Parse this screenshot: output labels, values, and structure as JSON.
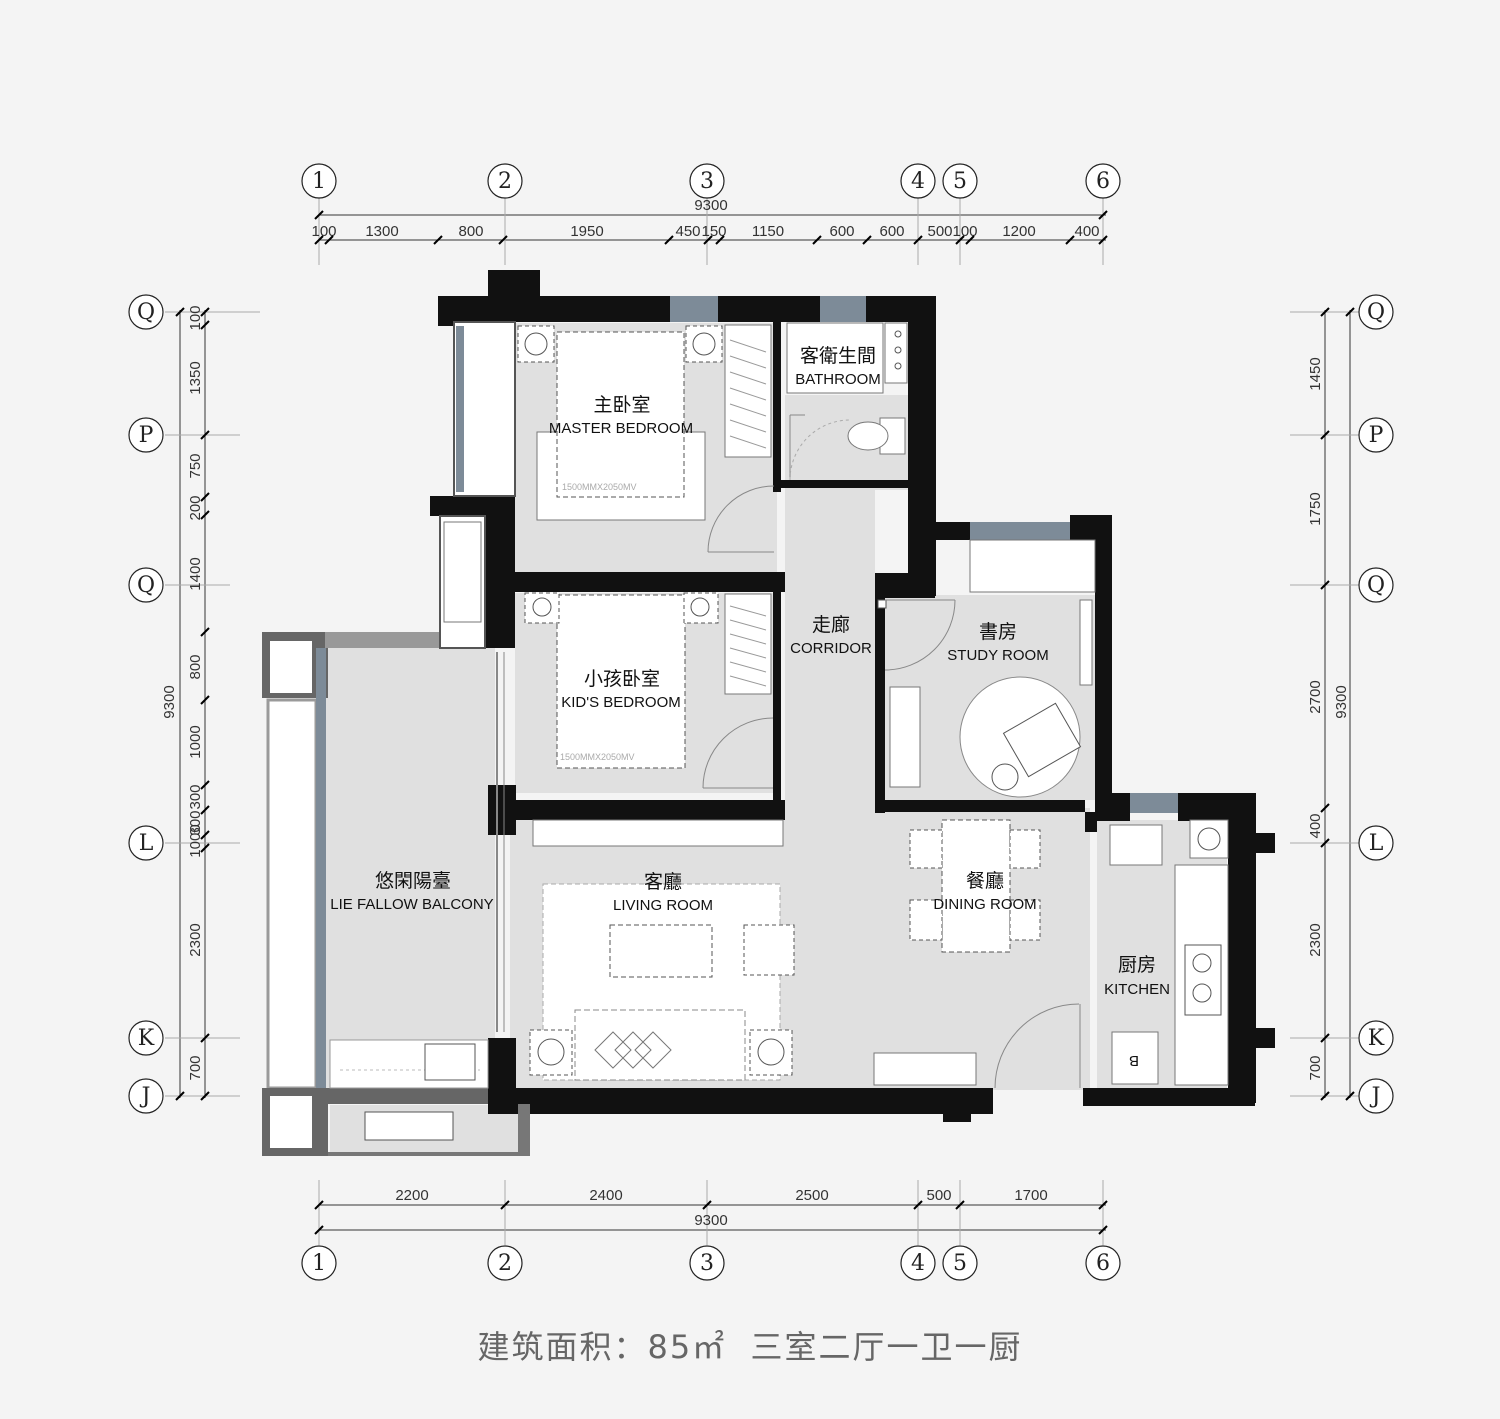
{
  "summary": {
    "label": "建筑面积：",
    "area": "85㎡",
    "layout": "三室二厅一卫一厨"
  },
  "axes": {
    "top": [
      "1",
      "2",
      "3",
      "4",
      "5",
      "6"
    ],
    "bottom": [
      "1",
      "2",
      "3",
      "4",
      "5",
      "6"
    ],
    "left": [
      "Q",
      "P",
      "Q",
      "L",
      "K",
      "J"
    ],
    "right": [
      "Q",
      "P",
      "Q",
      "L",
      "K",
      "J"
    ]
  },
  "dimensions": {
    "top_total": "9300",
    "top_segments": [
      "100",
      "1300",
      "800",
      "1950",
      "450",
      "150",
      "1150",
      "600",
      "600",
      "500",
      "100",
      "1200",
      "400"
    ],
    "bottom_segments": [
      "2200",
      "2400",
      "2500",
      "500",
      "1700"
    ],
    "bottom_total": "9300",
    "left_segments": [
      "100",
      "1350",
      "750",
      "200",
      "1400",
      "800",
      "1000",
      "300",
      "300",
      "1000",
      "2300",
      "700"
    ],
    "left_total": "9300",
    "right_segments": [
      "1450",
      "1750",
      "2700",
      "400",
      "2300",
      "700"
    ],
    "right_total": "9300"
  },
  "rooms": {
    "bathroom": {
      "cn": "客衛生間",
      "en": "BATHROOM"
    },
    "master_bedroom": {
      "cn": "主卧室",
      "en": "MASTER BEDROOM",
      "bed": "1500MMX2050MV"
    },
    "kids_bedroom": {
      "cn": "小孩卧室",
      "en": "KID'S BEDROOM",
      "bed": "1500MMX2050MV"
    },
    "corridor": {
      "cn": "走廊",
      "en": "CORRIDOR"
    },
    "study": {
      "cn": "書房",
      "en": "STUDY ROOM"
    },
    "balcony": {
      "cn": "悠閑陽臺",
      "en": "LIE FALLOW BALCONY"
    },
    "living": {
      "cn": "客廳",
      "en": "LIVING ROOM"
    },
    "dining": {
      "cn": "餐廳",
      "en": "DINING ROOM"
    },
    "kitchen": {
      "cn": "厨房",
      "en": "KITCHEN",
      "fridge": "B"
    }
  },
  "colors": {
    "wall": "#111111",
    "floor": "#e0e0e0",
    "window": "#7d8b98",
    "background": "#f4f4f4"
  }
}
